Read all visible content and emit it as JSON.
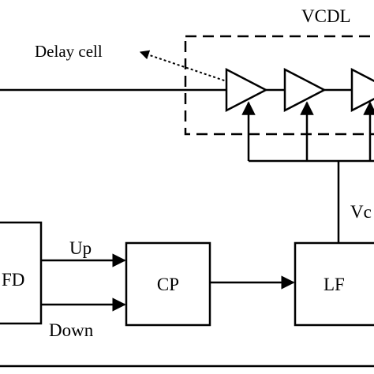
{
  "diagram": {
    "labels": {
      "vcdl": "VCDL",
      "delay_cell": "Delay cell",
      "pfd": "FD",
      "cp": "CP",
      "lf": "LF",
      "up": "Up",
      "down": "Down",
      "vctrl": "Vc"
    },
    "colors": {
      "stroke": "#000000",
      "background": "#ffffff"
    }
  }
}
